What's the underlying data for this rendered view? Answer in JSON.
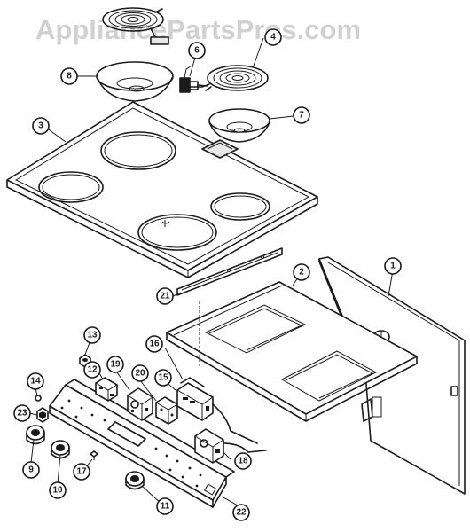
{
  "watermark": "AppliancePartsPros.com",
  "callouts": [
    {
      "id": "1",
      "label": "1"
    },
    {
      "id": "2",
      "label": "2"
    },
    {
      "id": "3",
      "label": "3"
    },
    {
      "id": "4",
      "label": "4"
    },
    {
      "id": "6",
      "label": "6"
    },
    {
      "id": "7",
      "label": "7"
    },
    {
      "id": "8",
      "label": "8"
    },
    {
      "id": "9",
      "label": "9"
    },
    {
      "id": "10",
      "label": "10"
    },
    {
      "id": "11",
      "label": "11"
    },
    {
      "id": "12",
      "label": "12"
    },
    {
      "id": "13",
      "label": "13"
    },
    {
      "id": "14",
      "label": "14"
    },
    {
      "id": "15",
      "label": "15"
    },
    {
      "id": "16",
      "label": "16"
    },
    {
      "id": "17",
      "label": "17"
    },
    {
      "id": "18",
      "label": "18"
    },
    {
      "id": "19",
      "label": "19"
    },
    {
      "id": "20",
      "label": "20"
    },
    {
      "id": "21",
      "label": "21"
    },
    {
      "id": "22",
      "label": "22"
    },
    {
      "id": "23",
      "label": "23"
    }
  ]
}
